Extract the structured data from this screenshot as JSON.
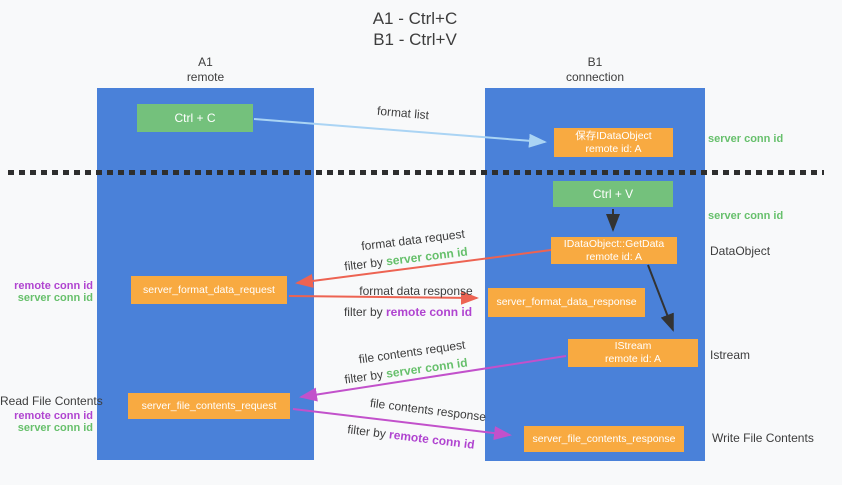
{
  "title": {
    "line1": "A1 - Ctrl+C",
    "line2": "B1 - Ctrl+V"
  },
  "columns": {
    "a1": {
      "name": "A1",
      "subtitle": "remote"
    },
    "b1": {
      "name": "B1",
      "subtitle": "connection"
    }
  },
  "nodes": {
    "ctrl_c": "Ctrl + C",
    "ctrl_v": "Ctrl + V",
    "save_idataobject": {
      "line1": "保存IDataObject",
      "line2": "remote id: A"
    },
    "getdata": {
      "line1": "IDataObject::GetData",
      "line2": "remote id: A"
    },
    "istream": {
      "line1": "IStream",
      "line2": "remote id: A"
    },
    "format_request": "server_format_data_request",
    "format_response": "server_format_data_response",
    "file_request": "server_file_contents_request",
    "file_response": "server_file_contents_response"
  },
  "arrows": {
    "format_list": "format list",
    "format_data_request": "format data request",
    "format_data_response": "format data response",
    "file_contents_request": "file contents request",
    "file_contents_response": "file contents response",
    "filter_by": "filter by",
    "server_conn_id": "server conn id",
    "remote_conn_id": "remote conn id"
  },
  "side_labels": {
    "server_conn_id": "server conn id",
    "remote_conn_id": "remote conn id",
    "dataobject": "DataObject",
    "istream": "Istream",
    "read_file_contents": "Read File Contents",
    "write_file_contents": "Write File Contents"
  },
  "colors": {
    "bg": "#f8f9fa",
    "column_blue": "#4a81d9",
    "box_green": "#74c17c",
    "box_orange": "#f8aa41",
    "arrow_blue": "#aad4f4",
    "arrow_black": "#333333",
    "arrow_red": "#ed6352",
    "arrow_magenta": "#c251cb",
    "text_dark": "#3d3d3d",
    "text_green": "#67c06c",
    "text_purple": "#b044d0"
  }
}
